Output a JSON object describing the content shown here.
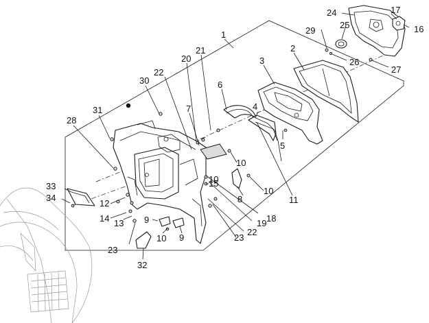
{
  "callouts": [
    "1",
    "2",
    "3",
    "4",
    "5",
    "6",
    "7",
    "8",
    "9",
    "9",
    "10",
    "10",
    "10",
    "10",
    "11",
    "12",
    "13",
    "14",
    "15",
    "16",
    "17",
    "18",
    "19",
    "20",
    "21",
    "22",
    "22",
    "23",
    "23",
    "24",
    "25",
    "26",
    "27",
    "28",
    "29",
    "30",
    "31",
    "32",
    "33",
    "34"
  ]
}
